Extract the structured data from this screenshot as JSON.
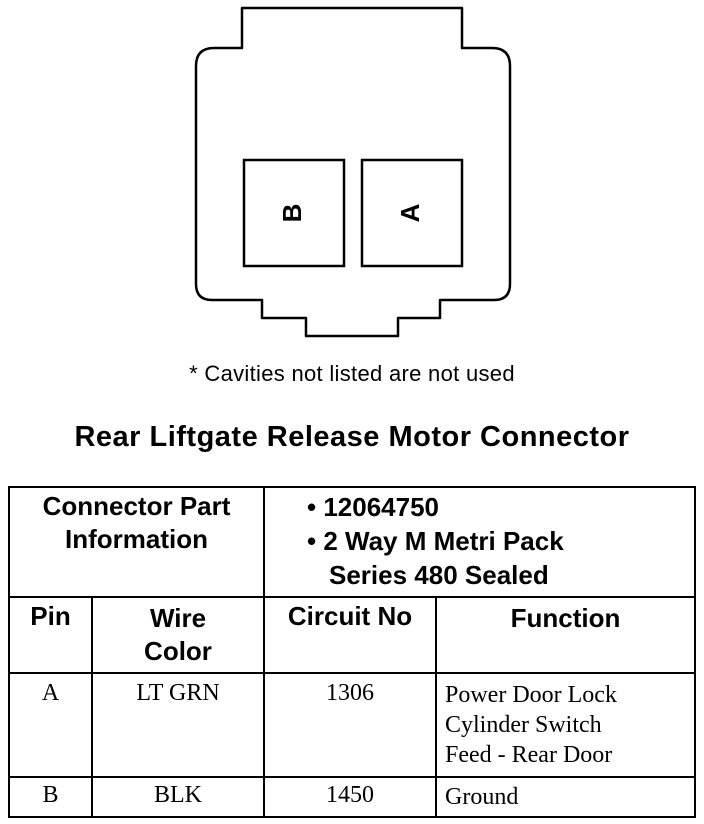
{
  "diagram": {
    "cavity_labels": {
      "left": "B",
      "right": "A"
    },
    "note": "* Cavities not listed are not used",
    "title": "Rear Liftgate Release Motor Connector"
  },
  "table": {
    "part_info_label": [
      "Connector Part",
      "Information"
    ],
    "part_info_values": [
      "• 12064750",
      "• 2 Way M Metri Pack",
      "Series 480 Sealed"
    ],
    "headers": {
      "pin": "Pin",
      "wire_color": [
        "Wire",
        "Color"
      ],
      "circuit_no": "Circuit No",
      "function": "Function"
    },
    "rows": [
      {
        "pin": "A",
        "wire_color": "LT GRN",
        "circuit_no": "1306",
        "function": [
          "Power Door Lock",
          "Cylinder Switch",
          "Feed - Rear Door"
        ]
      },
      {
        "pin": "B",
        "wire_color": "BLK",
        "circuit_no": "1450",
        "function": [
          "Ground"
        ]
      }
    ]
  }
}
